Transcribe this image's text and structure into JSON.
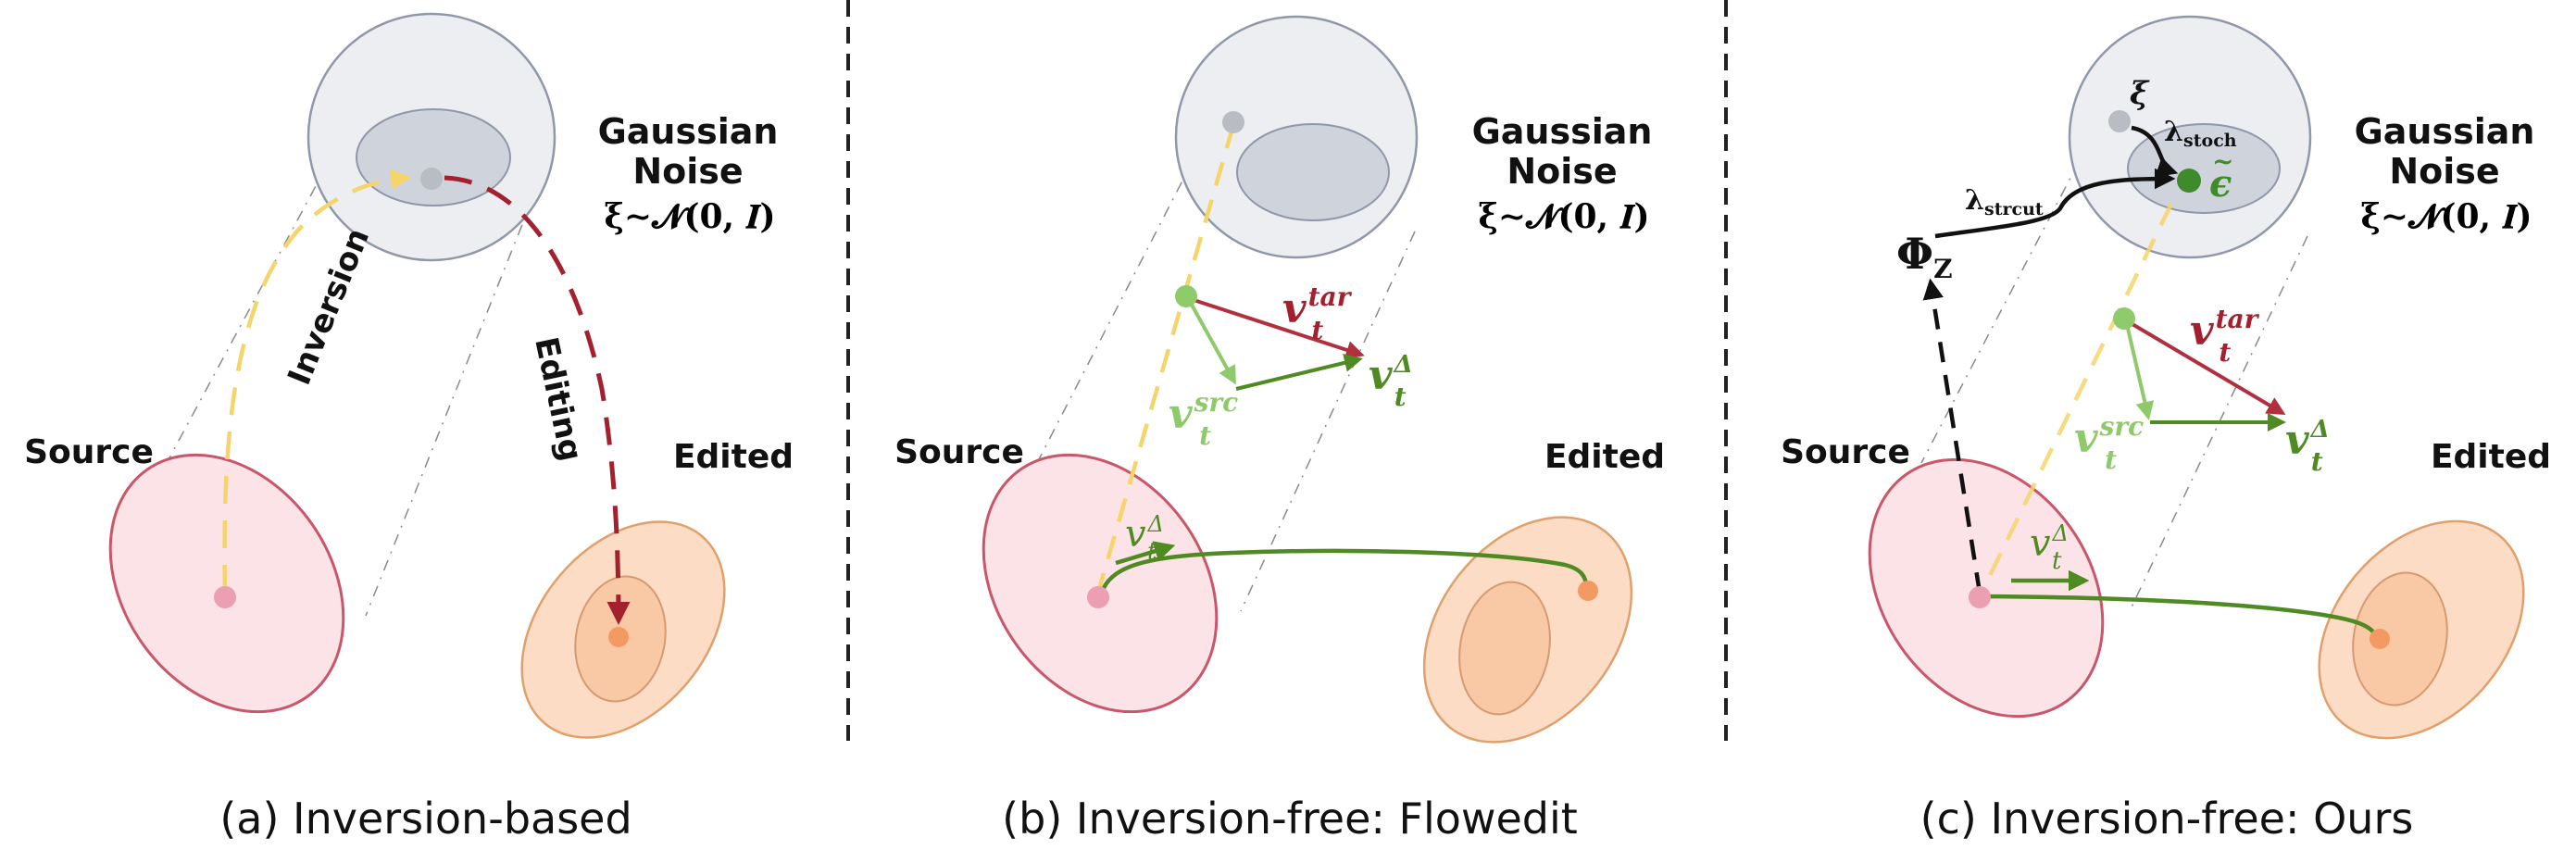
{
  "colors": {
    "noise_fill": "#eceef2",
    "noise_stroke": "#8f97a8",
    "noise_inner_fill": "#cfd3db",
    "noise_inner_stroke": "#8f97a8",
    "noise_dot": "#b9bcc3",
    "source_fill": "#fbe3e7",
    "source_stroke": "#c9566a",
    "source_dot": "#ec9fb0",
    "edited_fill": "#fcdcc4",
    "edited_inner_fill": "#f9c8a5",
    "edited_stroke": "#e0a06c",
    "edited_dot": "#f39a63",
    "inversion_path": "#f5d56b",
    "editing_path": "#a3202e",
    "v_tar": "#b03040",
    "v_src": "#8ec96a",
    "v_delta": "#4f8a22",
    "green_dot": "#8fcb6b",
    "epsilon_dot": "#3f8a2a",
    "black": "#111111",
    "divider": "#222222",
    "guide": "#8a8a8a"
  },
  "noise": {
    "title_line1": "Gaussian",
    "title_line2": "Noise",
    "formula": "ξ∼𝓝(0, 𝑰)"
  },
  "labels": {
    "source": "Source",
    "edited": "Edited",
    "inversion": "Inversion",
    "editing": "Editing"
  },
  "math": {
    "v": "v",
    "t": "t",
    "tar": "tar",
    "src": "src",
    "delta": "Δ",
    "xi": "ξ",
    "lambda": "λ",
    "stoch": "stoch",
    "strcut": "strcut",
    "epsilon": "ϵ",
    "tilde": "~",
    "phi": "Φ",
    "z": "Z"
  },
  "panels": [
    {
      "id": "a",
      "caption": "(a) Inversion-based"
    },
    {
      "id": "b",
      "caption": "(b) Inversion-free: Flowedit"
    },
    {
      "id": "c",
      "caption": "(c) Inversion-free: Ours"
    }
  ]
}
